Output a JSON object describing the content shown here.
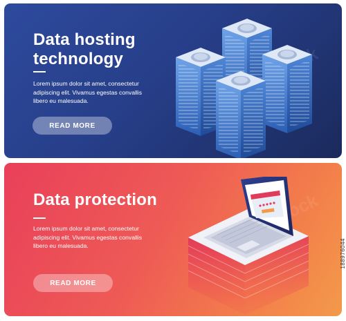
{
  "banners": [
    {
      "title_line1": "Data hosting",
      "title_line2": "technology",
      "body_line1": "Lorem ipsum dolor sit amet, consectetur",
      "body_line2": "adipiscing elit. Vivamus egestas convallis",
      "body_line3": "libero eu malesuada.",
      "cta_label": "READ MORE",
      "illustration_icon": "server-racks-icon"
    },
    {
      "title": "Data protection",
      "body_line1": "Lorem ipsum dolor sit amet, consectetur",
      "body_line2": "adipiscing elit. Vivamus egestas convallis",
      "body_line3": "libero eu malesuada.",
      "cta_label": "READ MORE",
      "illustration_icon": "laptop-lock-icon"
    }
  ],
  "watermark_text": "Adobe Stock",
  "stock_id": "188976044",
  "colors": {
    "hosting_bg": "#2a4490",
    "protection_bg_start": "#e9405a",
    "protection_bg_end": "#f39a4a",
    "text": "#ffffff"
  }
}
